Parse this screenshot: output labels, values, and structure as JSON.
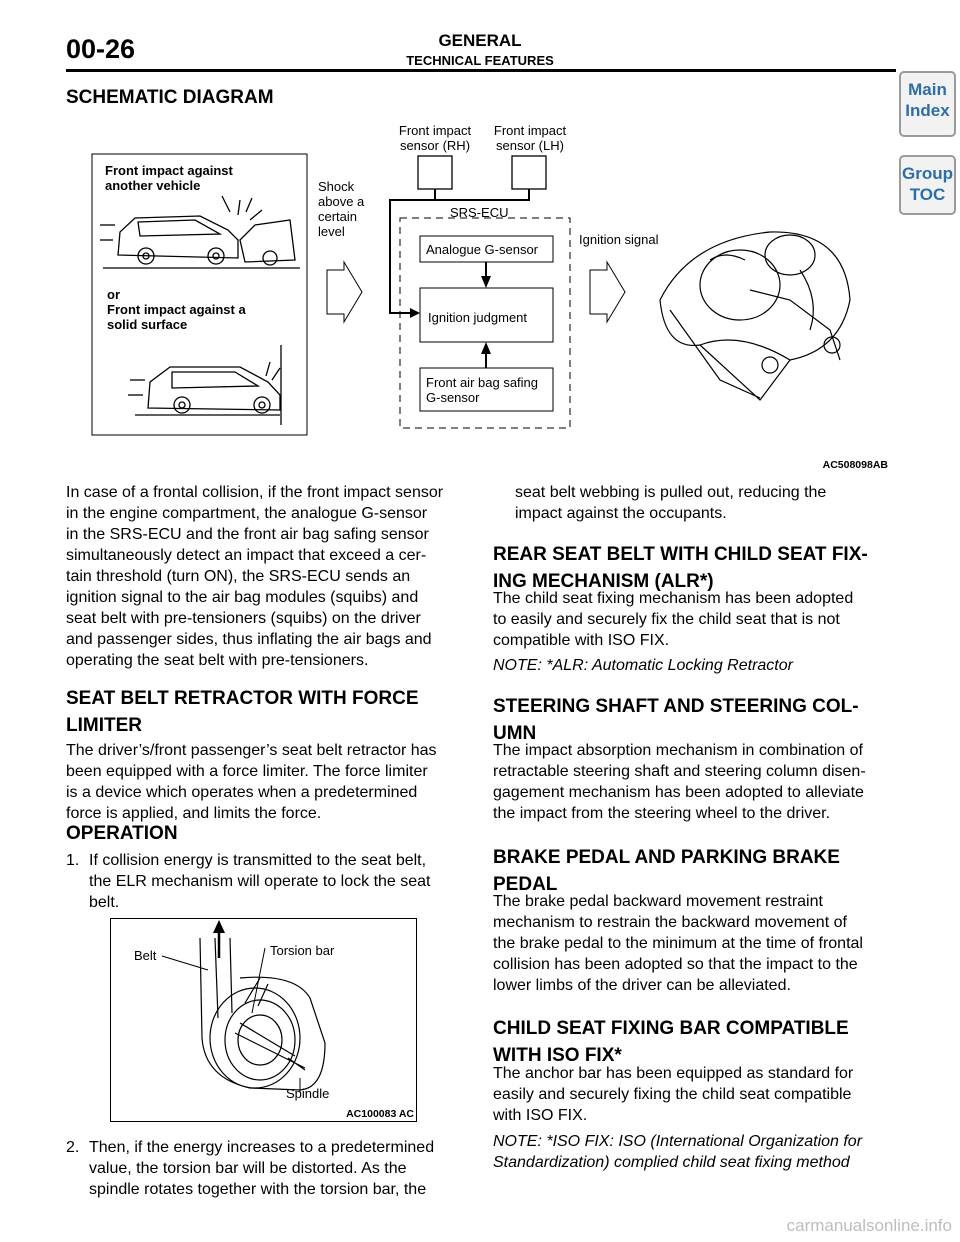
{
  "header": {
    "page_number": "00-26",
    "section": "GENERAL",
    "subsection": "TECHNICAL FEATURES"
  },
  "nav": {
    "main_index": [
      "Main",
      "Index"
    ],
    "group_toc": [
      "Group",
      "TOC"
    ]
  },
  "schematic": {
    "title": "SCHEMATIC DIAGRAM",
    "case1": [
      "Front impact against",
      "another vehicle"
    ],
    "case2": [
      "or",
      "Front impact against a",
      "solid surface"
    ],
    "shock": [
      "Shock",
      "above a",
      "certain",
      "level"
    ],
    "sensor_rh": [
      "Front impact",
      "sensor (RH)"
    ],
    "sensor_lh": [
      "Front impact",
      "sensor (LH)"
    ],
    "ecu": "SRS-ECU",
    "analogue": "Analogue G-sensor",
    "judgment": "Ignition judgment",
    "safing": [
      "Front air bag safing",
      "G-sensor"
    ],
    "ignition": "Ignition signal",
    "code": "AC508098AB"
  },
  "left": {
    "intro": [
      "In case of a frontal collision, if the front impact sensor",
      "in the engine compartment, the analogue G-sensor",
      "in the SRS-ECU and the front air bag safing sensor",
      "simultaneously detect an impact that exceed a cer-",
      "tain threshold (turn ON), the SRS-ECU sends an",
      "ignition signal to the air bag modules (squibs) and",
      "seat belt with pre-tensioners (squibs) on the driver",
      "and passenger sides, thus inflating the air bags and",
      "operating the seat belt with pre-tensioners."
    ],
    "h_retractor": [
      "SEAT BELT RETRACTOR WITH FORCE",
      "LIMITER"
    ],
    "retractor": [
      "The driver’s/front passenger’s seat belt retractor has",
      "been equipped with a force limiter. The force limiter",
      "is a device which operates when a predetermined",
      "force is applied, and limits the force."
    ],
    "h_operation": "OPERATION",
    "step1_num": "1.",
    "step1": [
      "If collision energy is transmitted to the seat belt,",
      "the ELR mechanism will operate to lock the seat",
      "belt."
    ],
    "fig2": {
      "belt": "Belt",
      "torsion": "Torsion bar",
      "spindle": "Spindle",
      "code": "AC100083 AC"
    },
    "step2_num": "2.",
    "step2": [
      "Then, if the energy increases to a predetermined",
      "value, the torsion bar will be distorted. As the",
      "spindle rotates together with the torsion bar, the"
    ]
  },
  "right": {
    "step2_cont": [
      "seat belt webbing is pulled out, reducing the",
      "impact against the occupants."
    ],
    "h_rear": [
      "REAR SEAT BELT WITH CHILD SEAT FIX-",
      "ING MECHANISM (ALR*)"
    ],
    "rear": [
      "The child seat fixing mechanism has been adopted",
      "to easily and securely fix the child seat that is not",
      "compatible with ISO FIX."
    ],
    "rear_note": "NOTE: *ALR: Automatic Locking Retractor",
    "h_steer": [
      "STEERING SHAFT AND STEERING COL-",
      "UMN"
    ],
    "steer": [
      "The impact absorption mechanism in combination of",
      "retractable steering shaft and steering column disen-",
      "gagement mechanism has been adopted to alleviate",
      "the impact from the steering wheel to the driver."
    ],
    "h_brake": [
      "BRAKE PEDAL AND PARKING BRAKE",
      "PEDAL"
    ],
    "brake": [
      "The brake pedal backward movement restraint",
      "mechanism to restrain the backward movement of",
      "the brake pedal to the minimum at the time of frontal",
      "collision has been adopted so that the impact to the",
      "lower limbs of the driver can be alleviated."
    ],
    "h_child": [
      "CHILD SEAT FIXING BAR COMPATIBLE",
      "WITH ISO FIX*"
    ],
    "child": [
      "The anchor bar has been equipped as standard for",
      "easily and securely fixing the child seat compatible",
      "with ISO FIX."
    ],
    "child_note": [
      "NOTE: *ISO FIX: ISO (International Organization for",
      "Standardization) complied child seat fixing method"
    ]
  },
  "footer": "carmanualsonline.info"
}
